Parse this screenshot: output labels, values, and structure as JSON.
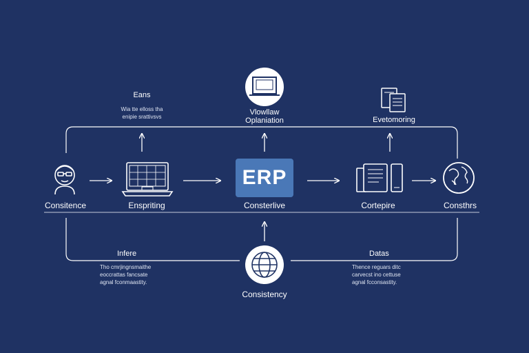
{
  "nodes": {
    "person": {
      "label": "Consitence",
      "icon": "person-glasses-icon"
    },
    "laptop": {
      "label": "Enspriting",
      "icon": "laptop-grid-icon"
    },
    "erp": {
      "badge": "ERP",
      "label": "Consterlive"
    },
    "devices": {
      "label": "Cortepire",
      "icon": "server-phone-icon"
    },
    "globe_right": {
      "label": "Consthrs",
      "icon": "globe-map-icon"
    },
    "globe_bottom": {
      "label": "Consistency",
      "icon": "globe-grid-icon"
    }
  },
  "top_labels": {
    "left": {
      "title": "Eans",
      "subtitle_1": "Wia tte elloss tha",
      "subtitle_2": "enipie srattivsvs"
    },
    "center": {
      "line_1": "Vlowllaw",
      "line_2": "Oplaniation",
      "icon": "monitor-circle-icon"
    },
    "right": {
      "title": "Evetomoring",
      "icon": "documents-icon"
    }
  },
  "bottom_labels": {
    "left": {
      "title": "Infere",
      "lines": [
        "Tho cmrjingnsmaithe",
        "eoccrattas fancsate",
        "agnal fconmaastity."
      ]
    },
    "right": {
      "title": "Datas",
      "lines": [
        "Thence reguars ditc",
        "carvecst ino cettuse",
        "agnal fcconsastity."
      ]
    }
  },
  "colors": {
    "background": "#1f3263",
    "erp_badge": "#4a78b7",
    "lines": "#ffffff"
  }
}
